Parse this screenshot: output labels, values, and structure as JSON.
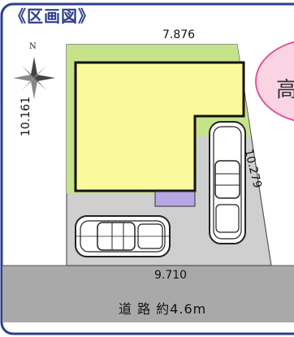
{
  "title": "《区画図》",
  "compass": {
    "north_label": "N",
    "icon": "compass-rose-icon"
  },
  "dimensions": {
    "top": "7.876",
    "left": "10.161",
    "right": "10.279",
    "bottom": "9.710"
  },
  "road": {
    "label": "道 路 約4.6m"
  },
  "badge": {
    "text": "高"
  },
  "colors": {
    "frame": "#2d3f8f",
    "house": "#fafa9c",
    "garden": "#c6e389",
    "parking": "#cfcfcf",
    "road": "#a9a9a9",
    "annex": "#b8a6e6",
    "badge_fill": "#fbd4e4",
    "badge_stroke": "#e0559a"
  }
}
